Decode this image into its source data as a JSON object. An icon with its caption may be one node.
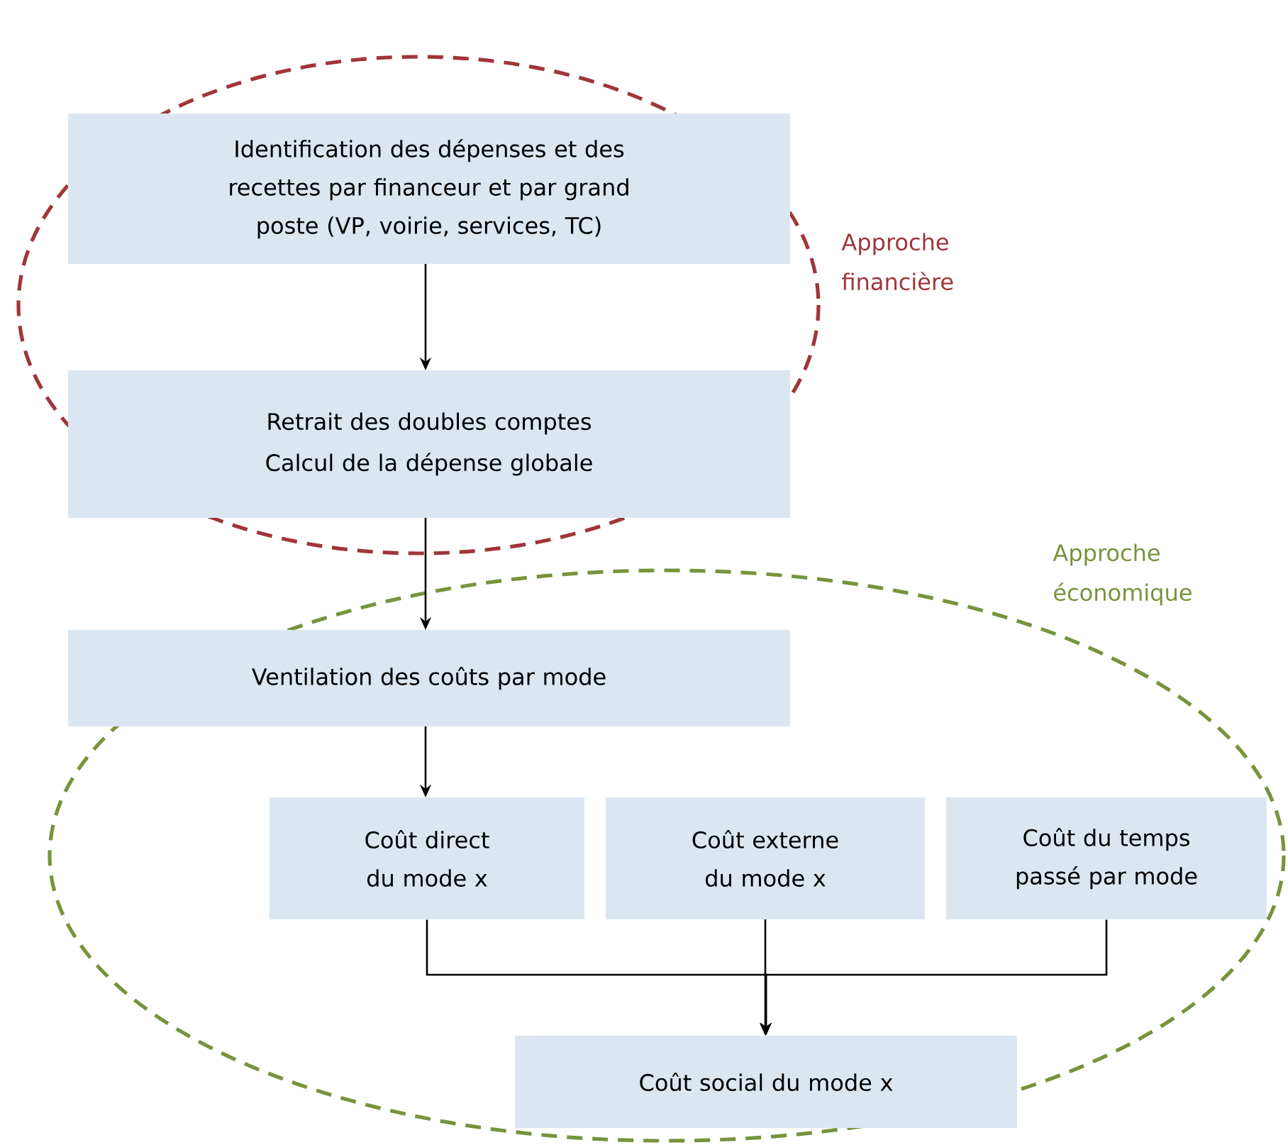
{
  "diagram": {
    "nodes": [
      {
        "text": [
          "Identification des dépenses et des recettes par financeur et par grand poste (VP, voirie, services, TC)"
        ]
      },
      {
        "text": [
          "Retrait des doubles comptes",
          "Calcul de la dépense globale"
        ]
      },
      {
        "text": [
          "Ventilation des coûts par mode"
        ]
      },
      {
        "text": [
          "Coût direct du mode x"
        ]
      },
      {
        "text": [
          "Coût externe du mode x"
        ]
      },
      {
        "text": [
          "Coût du temps passé par mode"
        ]
      },
      {
        "text": [
          "Coût social du mode x"
        ]
      }
    ],
    "edges": [
      {
        "from": 0,
        "to": 1,
        "arrow": "to"
      },
      {
        "from": 1,
        "to": 2,
        "arrow": "to"
      },
      {
        "from": 2,
        "to": 3,
        "arrow": "to"
      },
      {
        "from": 3,
        "to": 6,
        "arrow": "to"
      },
      {
        "from": 4,
        "to": 6,
        "arrow": "to"
      },
      {
        "from": 5,
        "to": 6,
        "arrow": "to"
      }
    ],
    "labels": [
      "Approche financière",
      "Approche économique"
    ]
  }
}
